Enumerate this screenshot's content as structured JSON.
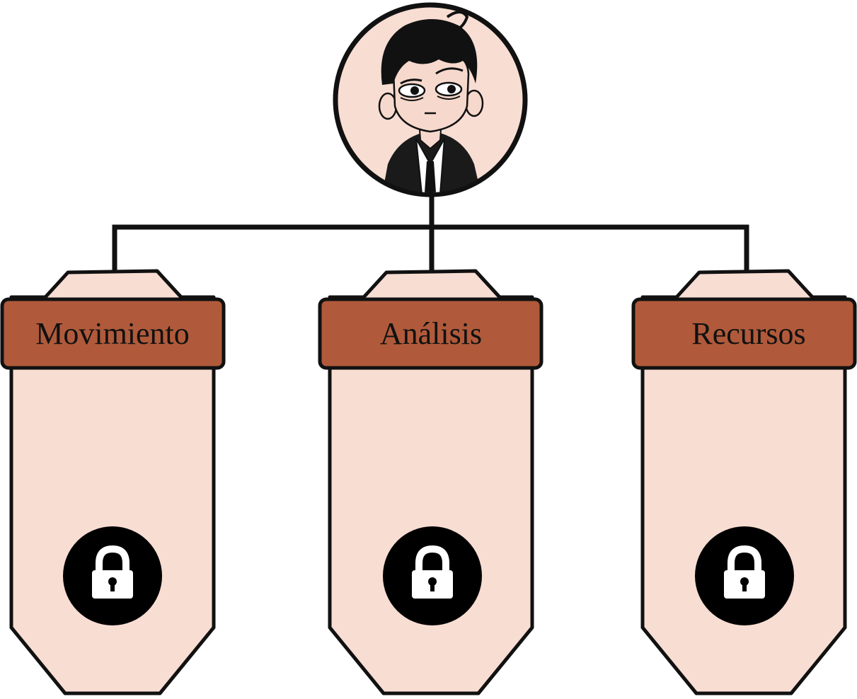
{
  "colors": {
    "card_fill": "#f8ddd3",
    "header_fill": "#b05a3b",
    "outline": "#111111",
    "lock_circle": "#000000",
    "lock_glyph": "#ffffff",
    "portrait_bg": "#f8ddd3"
  },
  "avatar": {
    "icon": "character-portrait"
  },
  "branches": [
    {
      "title": "Movimiento",
      "locked": true,
      "icon": "lock-icon"
    },
    {
      "title": "Análisis",
      "locked": true,
      "icon": "lock-icon"
    },
    {
      "title": "Recursos",
      "locked": true,
      "icon": "lock-icon"
    }
  ]
}
